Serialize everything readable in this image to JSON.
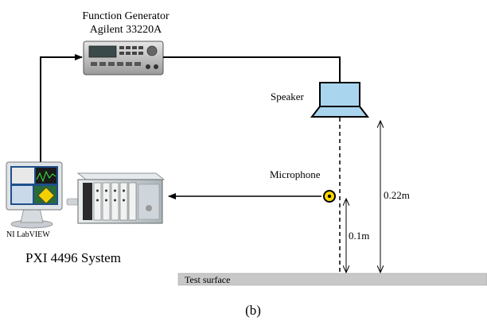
{
  "function_generator": {
    "line1": "Function Generator",
    "line2": "Agilent 33220A"
  },
  "speaker": {
    "label": "Speaker"
  },
  "microphone": {
    "label": "Microphone"
  },
  "labview": {
    "label": "NI LabVIEW"
  },
  "pxi_system": {
    "label": "PXI 4496 System"
  },
  "dimensions": {
    "speaker_height": "0.22m",
    "mic_height": "0.1m"
  },
  "surface": {
    "label": "Test surface"
  },
  "caption": "(b)",
  "colors": {
    "speaker_fill": "#aad5ee",
    "surface_fill": "#c8c8c8",
    "mic_fill": "#ffd800"
  }
}
